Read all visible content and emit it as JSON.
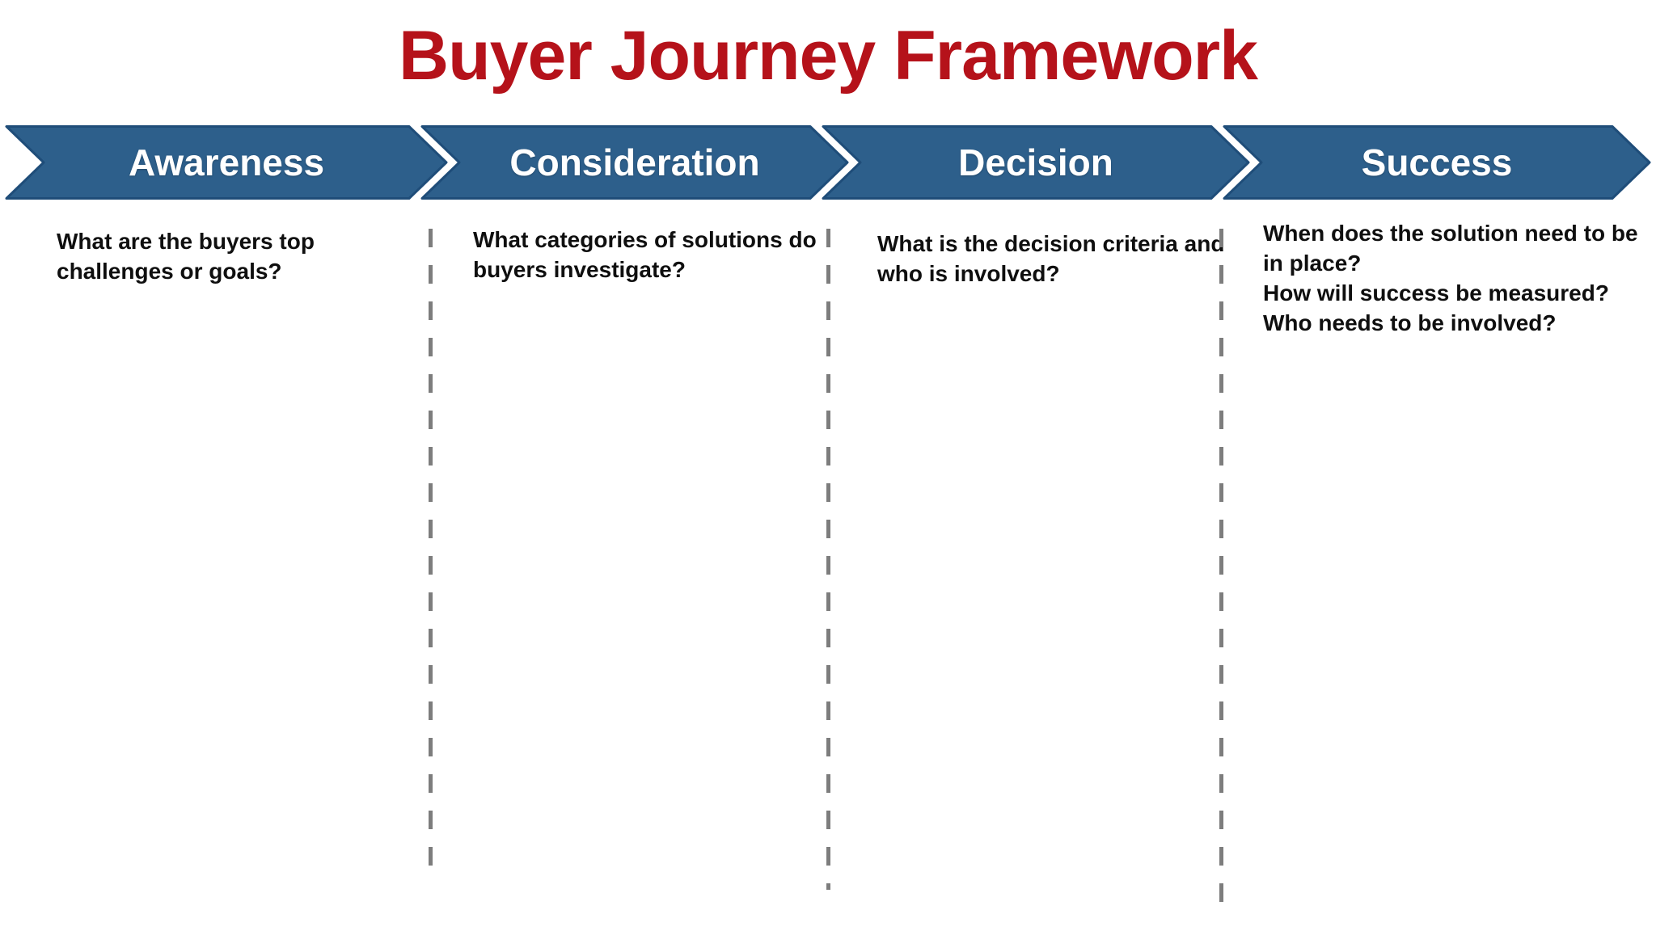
{
  "title": "Buyer Journey Framework",
  "stages": [
    {
      "label": "Awareness",
      "questions": [
        "What are the buyers top challenges or goals?"
      ]
    },
    {
      "label": "Consideration",
      "questions": [
        "What categories of solutions do buyers investigate?"
      ]
    },
    {
      "label": "Decision",
      "questions": [
        "What is the decision criteria and who is involved?"
      ]
    },
    {
      "label": "Success",
      "questions": [
        "When does the solution need to be in place?",
        "How will success be measured?",
        "Who needs to be involved?"
      ]
    }
  ],
  "colors": {
    "title_red": "#b5121a",
    "arrow_fill": "#2d5f8b",
    "arrow_border": "#1f4d79",
    "divider_gray": "#7d7d7d",
    "question_text": "#0f0f0f",
    "stage_label_text": "#ffffff"
  }
}
